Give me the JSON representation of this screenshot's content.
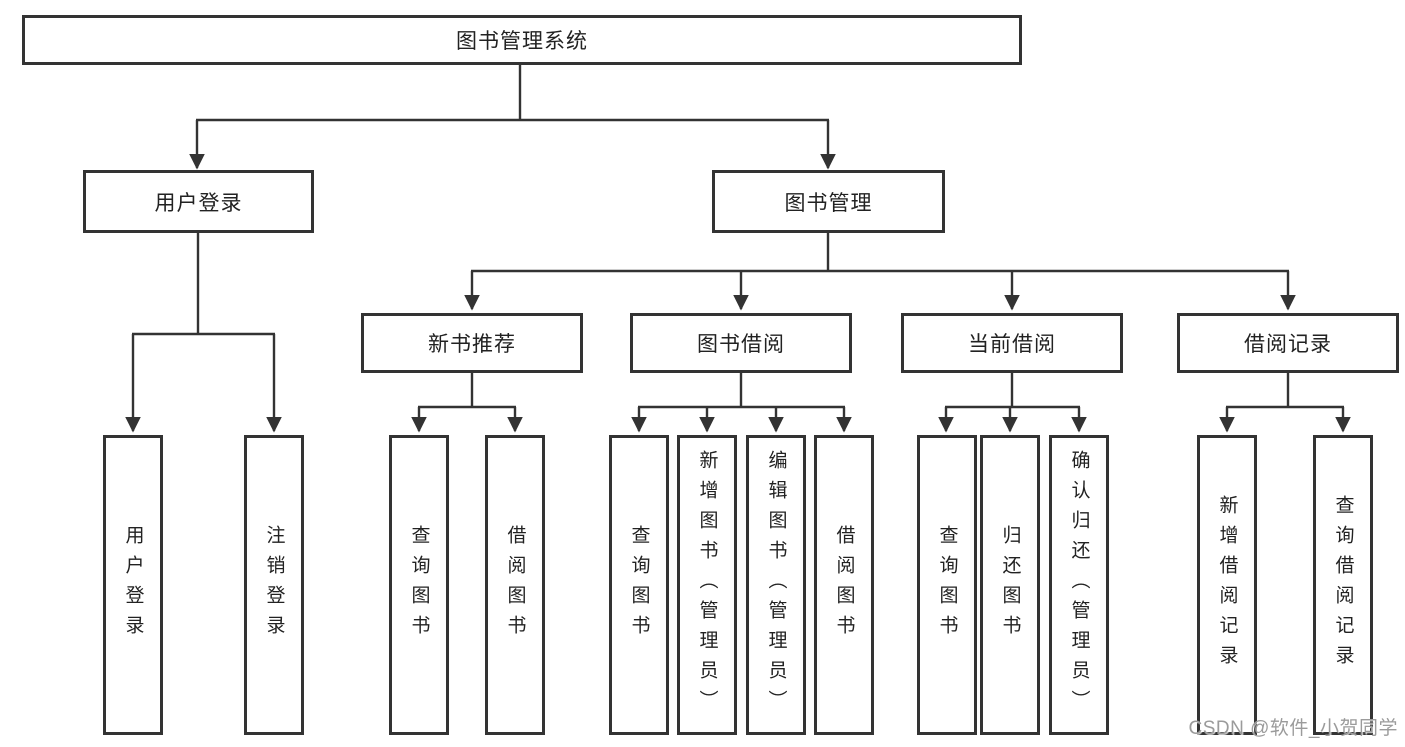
{
  "nodes": {
    "root": "图书管理系统",
    "userLogin": "用户登录",
    "bookManagement": "图书管理",
    "newBookRecommend": "新书推荐",
    "bookBorrow": "图书借阅",
    "currentBorrow": "当前借阅",
    "borrowRecords": "借阅记录"
  },
  "leaves": {
    "userLogin": [
      "用户登录",
      "注销登录"
    ],
    "newBookRecommend": [
      "查询图书",
      "借阅图书"
    ],
    "bookBorrow": [
      "查询图书",
      "新增图书（管理员）",
      "编辑图书（管理员）",
      "借阅图书"
    ],
    "currentBorrow": [
      "查询图书",
      "归还图书",
      "确认归还（管理员）"
    ],
    "borrowRecords": [
      "新增借阅记录",
      "查询借阅记录"
    ]
  },
  "watermark": "CSDN @软件_小贺同学",
  "colors": {
    "line": "#333333",
    "text": "#222222",
    "watermark": "#9b9b9b"
  }
}
